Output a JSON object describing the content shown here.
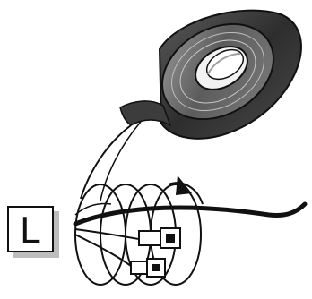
{
  "step_label": "L",
  "colors": {
    "tape_dark": "#3a3a3a",
    "tape_mid": "#8a8a8a",
    "tape_light": "#d6d6d6",
    "line": "#111111",
    "label_shadow": "#bdbdbd"
  },
  "icons": {
    "tape_roll": "electrical-tape-roll",
    "wrap_arrow": "wrap-direction-arrow",
    "connector": "cable-connector"
  }
}
